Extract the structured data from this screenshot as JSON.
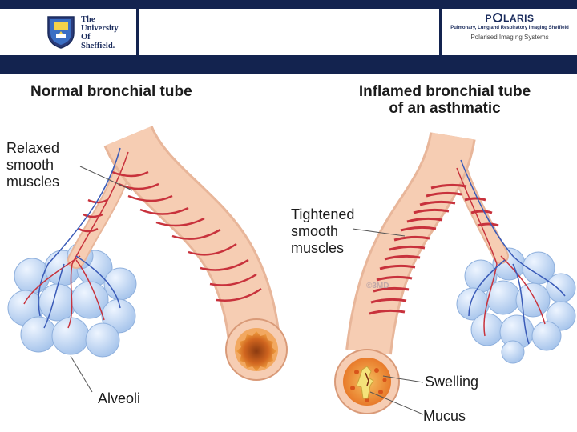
{
  "header": {
    "university": [
      "The",
      "University",
      "Of",
      "Sheffield."
    ],
    "polaris": {
      "name_left": "P",
      "name_right": "LARIS",
      "subtitle": "Pulmonary, Lung and Respiratory Imaging Sheffield",
      "tagline": "Polarised Imag ng Systems"
    }
  },
  "diagram": {
    "normal_title": "Normal bronchial tube",
    "inflamed_title_line1": "Inflamed bronchial tube",
    "inflamed_title_line2": "of an asthmatic",
    "relaxed_lines": [
      "Relaxed",
      "smooth",
      "muscles"
    ],
    "tightened_lines": [
      "Tightened",
      "smooth",
      "muscles"
    ],
    "alveoli": "Alveoli",
    "swelling": "Swelling",
    "mucus": "Mucus",
    "copyright": "©3MD"
  },
  "colors": {
    "header_navy": "#13234f",
    "tube": "#f6cdb3",
    "muscle": "#c8323c",
    "vessel_blue": "#3a5bb8",
    "alveoli": "#bcd5f2"
  }
}
